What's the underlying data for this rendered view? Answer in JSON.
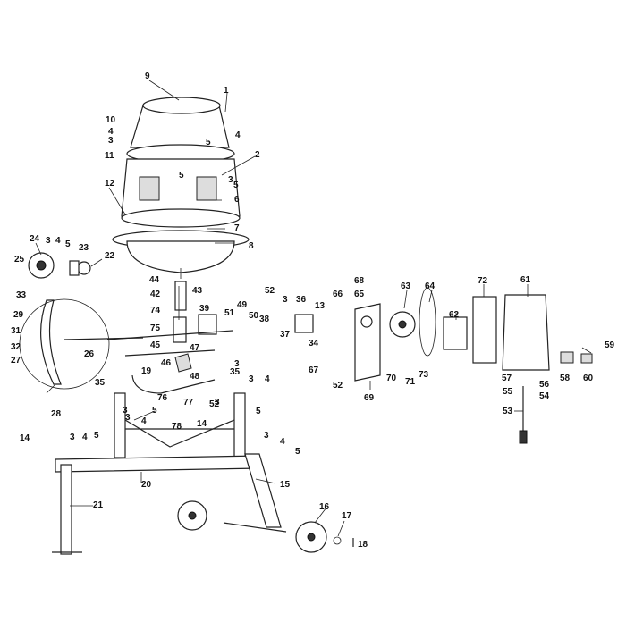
{
  "parts": [
    {
      "id": "p1",
      "label": "1"
    },
    {
      "id": "p2",
      "label": "2"
    },
    {
      "id": "p3a",
      "label": "3"
    },
    {
      "id": "p3b",
      "label": "3"
    },
    {
      "id": "p4a",
      "label": "4"
    },
    {
      "id": "p4b",
      "label": "4"
    },
    {
      "id": "p5a",
      "label": "5"
    },
    {
      "id": "p5b",
      "label": "5"
    },
    {
      "id": "p6",
      "label": "6"
    },
    {
      "id": "p7",
      "label": "7"
    },
    {
      "id": "p8",
      "label": "8"
    },
    {
      "id": "p9",
      "label": "9"
    },
    {
      "id": "p10",
      "label": "10"
    },
    {
      "id": "p11",
      "label": "11"
    },
    {
      "id": "p12",
      "label": "12"
    },
    {
      "id": "p13",
      "label": "13"
    },
    {
      "id": "p14a",
      "label": "14"
    },
    {
      "id": "p14b",
      "label": "14"
    },
    {
      "id": "p15",
      "label": "15"
    },
    {
      "id": "p16",
      "label": "16"
    },
    {
      "id": "p17",
      "label": "17"
    },
    {
      "id": "p18",
      "label": "18"
    },
    {
      "id": "p19",
      "label": "19"
    },
    {
      "id": "p20",
      "label": "20"
    },
    {
      "id": "p21",
      "label": "21"
    },
    {
      "id": "p22",
      "label": "22"
    },
    {
      "id": "p23",
      "label": "23"
    },
    {
      "id": "p24",
      "label": "24"
    },
    {
      "id": "p25",
      "label": "25"
    },
    {
      "id": "p26",
      "label": "26"
    },
    {
      "id": "p27",
      "label": "27"
    },
    {
      "id": "p28",
      "label": "28"
    },
    {
      "id": "p29",
      "label": "29"
    },
    {
      "id": "p31",
      "label": "31"
    },
    {
      "id": "p32",
      "label": "32"
    },
    {
      "id": "p33",
      "label": "33"
    },
    {
      "id": "p34",
      "label": "34"
    },
    {
      "id": "p35a",
      "label": "35"
    },
    {
      "id": "p35b",
      "label": "35"
    },
    {
      "id": "p36",
      "label": "36"
    },
    {
      "id": "p37",
      "label": "37"
    },
    {
      "id": "p38",
      "label": "38"
    },
    {
      "id": "p39",
      "label": "39"
    },
    {
      "id": "p42",
      "label": "42"
    },
    {
      "id": "p43",
      "label": "43"
    },
    {
      "id": "p44",
      "label": "44"
    },
    {
      "id": "p45",
      "label": "45"
    },
    {
      "id": "p46",
      "label": "46"
    },
    {
      "id": "p47",
      "label": "47"
    },
    {
      "id": "p48",
      "label": "48"
    },
    {
      "id": "p49",
      "label": "49"
    },
    {
      "id": "p50",
      "label": "50"
    },
    {
      "id": "p51",
      "label": "51"
    },
    {
      "id": "p52a",
      "label": "52"
    },
    {
      "id": "p52b",
      "label": "52"
    },
    {
      "id": "p52c",
      "label": "52"
    },
    {
      "id": "p53",
      "label": "53"
    },
    {
      "id": "p54",
      "label": "54"
    },
    {
      "id": "p55",
      "label": "55"
    },
    {
      "id": "p56",
      "label": "56"
    },
    {
      "id": "p57",
      "label": "57"
    },
    {
      "id": "p58",
      "label": "58"
    },
    {
      "id": "p59",
      "label": "59"
    },
    {
      "id": "p60",
      "label": "60"
    },
    {
      "id": "p61",
      "label": "61"
    },
    {
      "id": "p62",
      "label": "62"
    },
    {
      "id": "p63",
      "label": "63"
    },
    {
      "id": "p64",
      "label": "64"
    },
    {
      "id": "p65",
      "label": "65"
    },
    {
      "id": "p66",
      "label": "66"
    },
    {
      "id": "p67",
      "label": "67"
    },
    {
      "id": "p68",
      "label": "68"
    },
    {
      "id": "p69",
      "label": "69"
    },
    {
      "id": "p70",
      "label": "70"
    },
    {
      "id": "p71",
      "label": "71"
    },
    {
      "id": "p72",
      "label": "72"
    },
    {
      "id": "p73",
      "label": "73"
    },
    {
      "id": "p74",
      "label": "74"
    },
    {
      "id": "p75",
      "label": "75"
    },
    {
      "id": "p76",
      "label": "76"
    },
    {
      "id": "p77",
      "label": "77"
    },
    {
      "id": "p78",
      "label": "78"
    },
    {
      "id": "q3c",
      "label": "3"
    },
    {
      "id": "q4c",
      "label": "4"
    },
    {
      "id": "q5c",
      "label": "5"
    },
    {
      "id": "q3d",
      "label": "3"
    },
    {
      "id": "q4d",
      "label": "4"
    },
    {
      "id": "q5d",
      "label": "5"
    },
    {
      "id": "q3e",
      "label": "3"
    },
    {
      "id": "q4e",
      "label": "4"
    },
    {
      "id": "q5e",
      "label": "5"
    },
    {
      "id": "q3f",
      "label": "3"
    },
    {
      "id": "q4f",
      "label": "4"
    },
    {
      "id": "q5f",
      "label": "5"
    },
    {
      "id": "q3g",
      "label": "3"
    },
    {
      "id": "q4g",
      "label": "4"
    },
    {
      "id": "q5g",
      "label": "5"
    },
    {
      "id": "q3h",
      "label": "3"
    },
    {
      "id": "q5h",
      "label": "5"
    },
    {
      "id": "q3i",
      "label": "3"
    },
    {
      "id": "q3j",
      "label": "3"
    },
    {
      "id": "q3k",
      "label": "3"
    }
  ]
}
